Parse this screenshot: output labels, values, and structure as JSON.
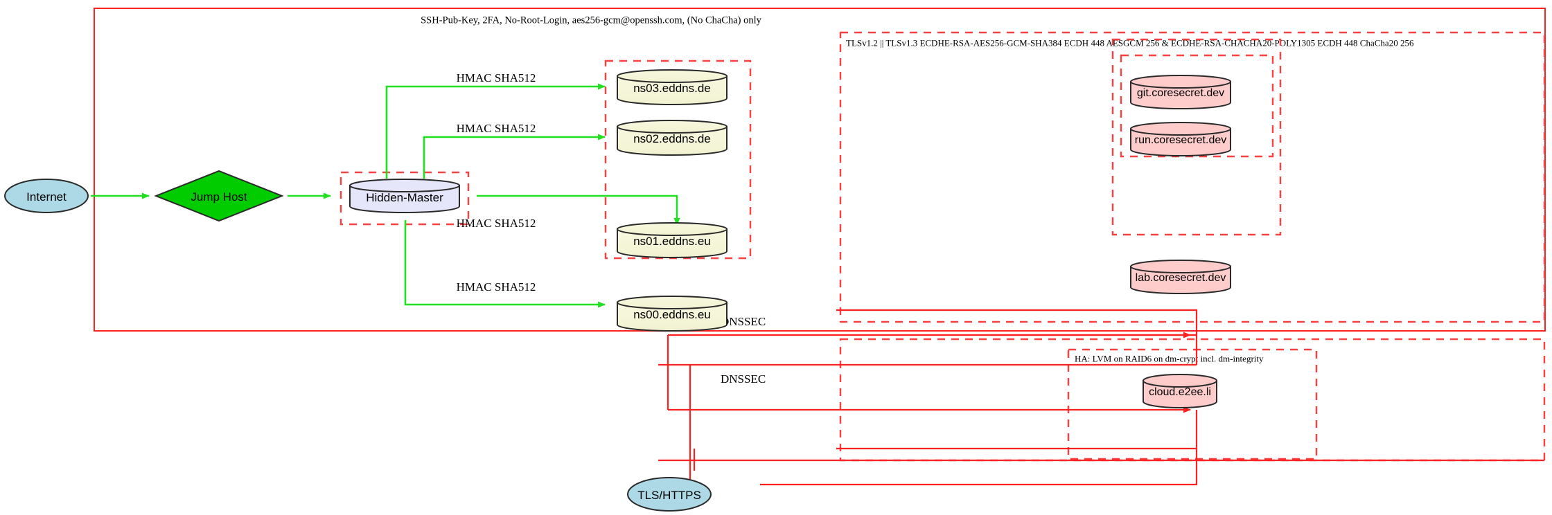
{
  "diagram": {
    "title_label": "SSH-Pub-Key, 2FA, No-Root-Login, aes256-gcm@openssh.com, (No ChaCha) only",
    "tls_label": "TLSv1.2 || TLSv1.3 ECDHE-RSA-AES256-GCM-SHA384 ECDH 448 AESGCM 256 & ECDHE-RSA-CHACHA20-POLY1305 ECDH 448 ChaCha20 256",
    "ha_label": "HA: LVM on RAID6 on dm-crypt incl. dm-integrity",
    "colors": {
      "cluster_border": "#ff2020",
      "cluster_border_dashed": "#fa4040",
      "edge_ssh": "#20e020",
      "edge_tls": "#ff2020",
      "internet_fill": "#add8e6",
      "jumphost_fill": "#00cc00",
      "master_fill": "#e6e6fa",
      "dns_fill": "#f5f5dc",
      "service_fill": "#ffcccc",
      "outline": "#2a2a2a"
    }
  },
  "nodes": {
    "internet": {
      "label": "Internet",
      "shape": "ellipse"
    },
    "jump_host": {
      "label": "Jump Host",
      "shape": "diamond"
    },
    "hidden_master": {
      "label": "Hidden-Master",
      "shape": "cylinder"
    },
    "tls_https": {
      "label": "TLS/HTTPS",
      "shape": "ellipse"
    }
  },
  "dns_servers": [
    {
      "label": "ns03.eddns.de"
    },
    {
      "label": "ns02.eddns.de"
    },
    {
      "label": "ns01.eddns.eu"
    },
    {
      "label": "ns00.eddns.eu"
    }
  ],
  "services": [
    {
      "label": "git.coresecret.dev"
    },
    {
      "label": "run.coresecret.dev"
    },
    {
      "label": "lab.coresecret.dev"
    }
  ],
  "storage": [
    {
      "label": "cloud.e2ee.li"
    }
  ],
  "edge_labels": {
    "hmac": [
      "HMAC SHA512",
      "HMAC SHA512",
      "HMAC SHA512",
      "HMAC SHA512"
    ],
    "dnssec": [
      "DNSSEC",
      "DNSSEC"
    ]
  }
}
